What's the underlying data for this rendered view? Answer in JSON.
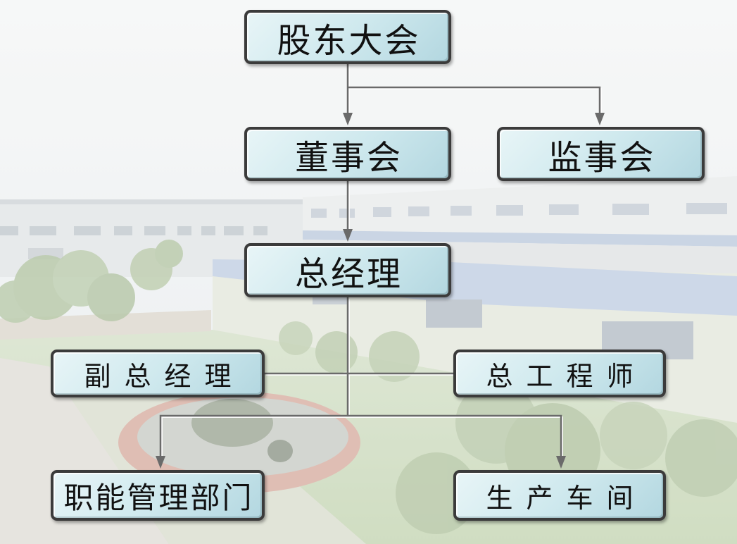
{
  "org_chart": {
    "label": "股东大会",
    "children": [
      {
        "label": "董事会",
        "children": [
          {
            "label": "总经理",
            "assistants": [
              {
                "label": "副总经理"
              },
              {
                "label": "总工程师"
              }
            ],
            "children": [
              {
                "label": "职能管理部门"
              },
              {
                "label": "生产车间"
              }
            ]
          }
        ]
      },
      {
        "label": "监事会"
      }
    ]
  },
  "colors": {
    "box_border": "#3b3b3b",
    "box_fill_light": "#e8f5f7",
    "box_fill_dark": "#b3d7e0",
    "connector": "#6a6a6a",
    "text": "#111111"
  }
}
